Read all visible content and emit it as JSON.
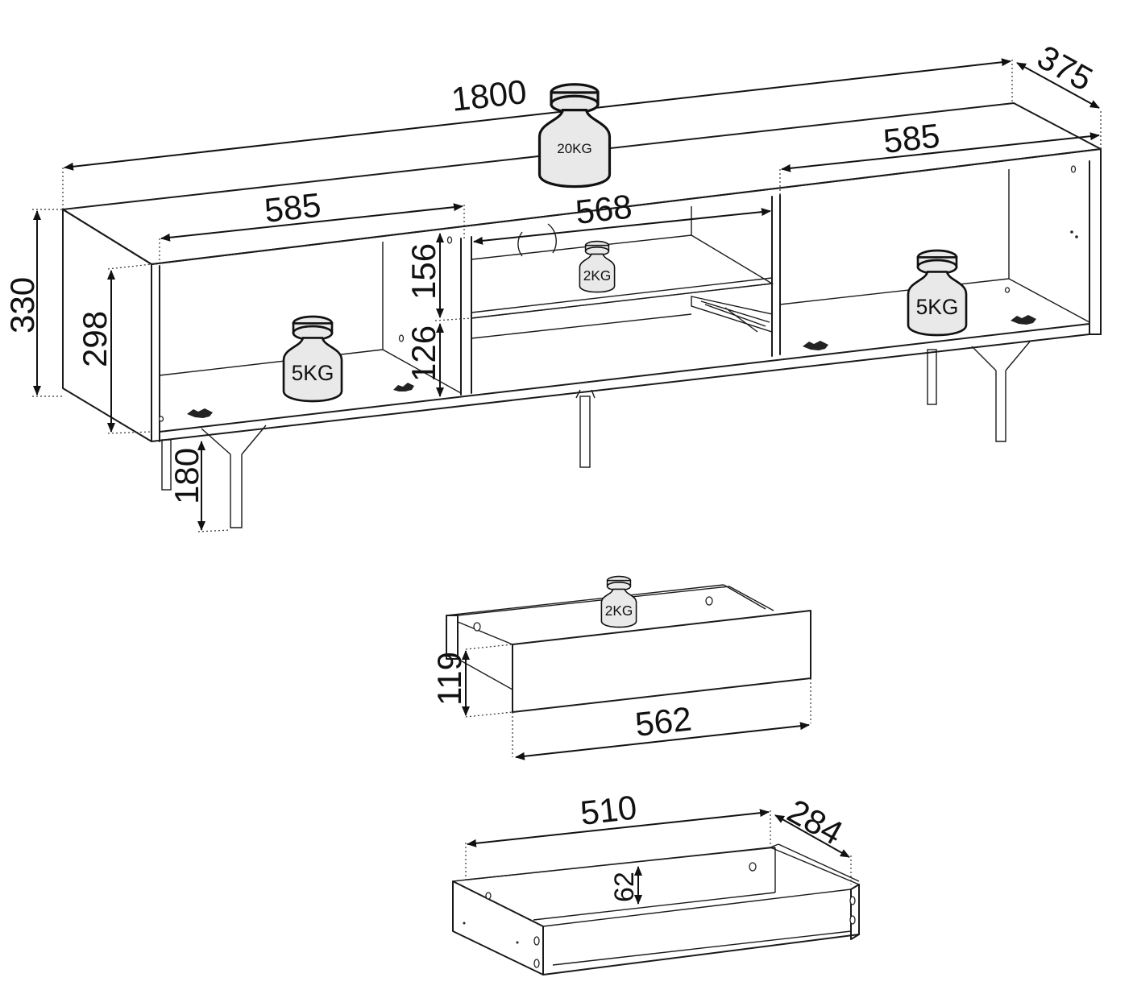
{
  "dimensions": {
    "total_width": "1800",
    "depth": "375",
    "total_height": "330",
    "body_height": "298",
    "leg_height": "180",
    "left_compartment_width": "585",
    "right_compartment_width": "585",
    "middle_compartment_width": "568",
    "upper_niche_height": "156",
    "drawer_niche_height": "126",
    "drawer_front_width": "562",
    "drawer_front_height": "119",
    "drawer_box_width": "510",
    "drawer_box_depth": "284",
    "drawer_box_height": "62"
  },
  "load_ratings": {
    "top": "20KG",
    "left_compartment": "5KG",
    "right_compartment": "5KG",
    "middle_shelf": "2KG",
    "drawer": "2KG"
  },
  "colors": {
    "line": "#1a1a1a",
    "weight_fill": "#e9e9e9",
    "background": "#ffffff"
  }
}
